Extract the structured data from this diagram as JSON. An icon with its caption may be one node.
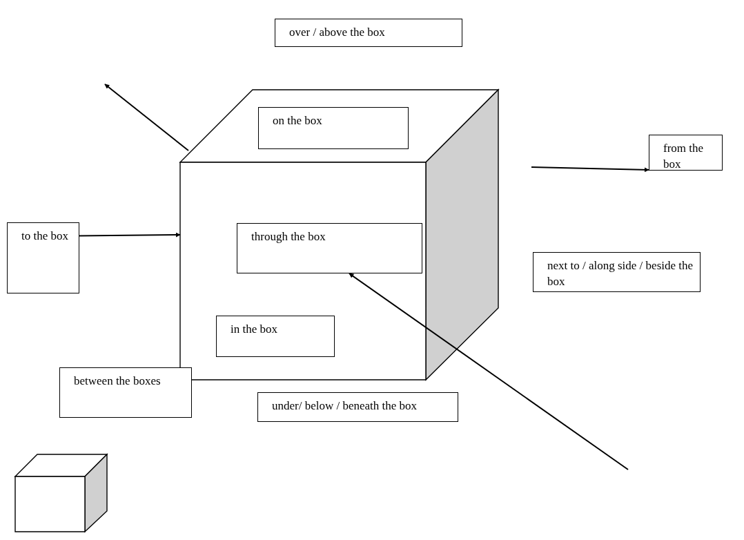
{
  "diagram": {
    "nodes": [
      {
        "text": [
          "over / above the box"
        ]
      },
      {
        "text": [],
        "shape": "cube"
      },
      {
        "text": [
          "on the box"
        ]
      },
      {
        "text": [
          "through the box"
        ],
        "in": 1
      },
      {
        "text": [
          "in the box"
        ],
        "in": 1
      },
      {
        "text": [
          "from the box"
        ]
      },
      {
        "text": [
          "to the box"
        ]
      },
      {
        "text": [
          "next to / along side / beside the box"
        ]
      },
      {
        "text": [
          "between the boxes"
        ]
      },
      {
        "text": [
          "under/ below / beneath the box"
        ]
      },
      {
        "text": [],
        "shape": "cube"
      }
    ],
    "edges": [
      {
        "from": 1,
        "to": null,
        "arrow": "to"
      },
      {
        "from": null,
        "to": 5,
        "arrow": "to"
      },
      {
        "from": 6,
        "to": 1,
        "arrow": "to"
      },
      {
        "from": null,
        "to": 3,
        "arrow": "to"
      }
    ]
  }
}
